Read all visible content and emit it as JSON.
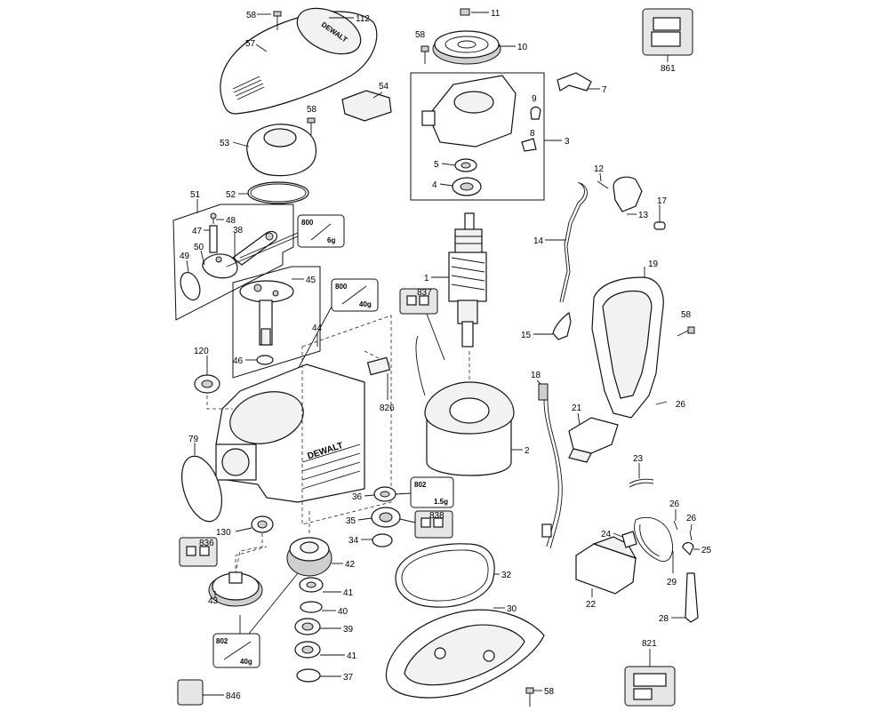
{
  "diagram": {
    "parts": [
      {
        "id": "p112",
        "label": "112"
      },
      {
        "id": "p58a",
        "label": "58"
      },
      {
        "id": "p57",
        "label": "57"
      },
      {
        "id": "p54",
        "label": "54"
      },
      {
        "id": "p58b",
        "label": "58"
      },
      {
        "id": "p53",
        "label": "53"
      },
      {
        "id": "p52",
        "label": "52"
      },
      {
        "id": "p51",
        "label": "51"
      },
      {
        "id": "p48",
        "label": "48"
      },
      {
        "id": "p47",
        "label": "47"
      },
      {
        "id": "p38",
        "label": "38"
      },
      {
        "id": "p50",
        "label": "50"
      },
      {
        "id": "p49",
        "label": "49"
      },
      {
        "id": "p45",
        "label": "45"
      },
      {
        "id": "p44",
        "label": "44"
      },
      {
        "id": "p120",
        "label": "120"
      },
      {
        "id": "p46",
        "label": "46"
      },
      {
        "id": "p79",
        "label": "79"
      },
      {
        "id": "p826",
        "label": "826"
      },
      {
        "id": "p130",
        "label": "130"
      },
      {
        "id": "p836",
        "label": "836"
      },
      {
        "id": "p43",
        "label": "43"
      },
      {
        "id": "p42",
        "label": "42"
      },
      {
        "id": "p41a",
        "label": "41"
      },
      {
        "id": "p40",
        "label": "40"
      },
      {
        "id": "p39",
        "label": "39"
      },
      {
        "id": "p41b",
        "label": "41"
      },
      {
        "id": "p37",
        "label": "37"
      },
      {
        "id": "p846",
        "label": "846"
      },
      {
        "id": "p11",
        "label": "11"
      },
      {
        "id": "p58c",
        "label": "58"
      },
      {
        "id": "p10",
        "label": "10"
      },
      {
        "id": "p9",
        "label": "9"
      },
      {
        "id": "p8",
        "label": "8"
      },
      {
        "id": "p3",
        "label": "3"
      },
      {
        "id": "p5",
        "label": "5"
      },
      {
        "id": "p4",
        "label": "4"
      },
      {
        "id": "p7",
        "label": "7"
      },
      {
        "id": "p861",
        "label": "861"
      },
      {
        "id": "p12",
        "label": "12"
      },
      {
        "id": "p17",
        "label": "17"
      },
      {
        "id": "p13",
        "label": "13"
      },
      {
        "id": "p14",
        "label": "14"
      },
      {
        "id": "p1",
        "label": "1"
      },
      {
        "id": "p837",
        "label": "837"
      },
      {
        "id": "p19",
        "label": "19"
      },
      {
        "id": "p58d",
        "label": "58"
      },
      {
        "id": "p15",
        "label": "15"
      },
      {
        "id": "p18",
        "label": "18"
      },
      {
        "id": "p26a",
        "label": "26"
      },
      {
        "id": "p2",
        "label": "2"
      },
      {
        "id": "p21",
        "label": "21"
      },
      {
        "id": "p23",
        "label": "23"
      },
      {
        "id": "p36",
        "label": "36"
      },
      {
        "id": "p35",
        "label": "35"
      },
      {
        "id": "p838",
        "label": "838"
      },
      {
        "id": "p34",
        "label": "34"
      },
      {
        "id": "p32",
        "label": "32"
      },
      {
        "id": "p26b",
        "label": "26"
      },
      {
        "id": "p26c",
        "label": "26"
      },
      {
        "id": "p24",
        "label": "24"
      },
      {
        "id": "p25",
        "label": "25"
      },
      {
        "id": "p22",
        "label": "22"
      },
      {
        "id": "p29",
        "label": "29"
      },
      {
        "id": "p30",
        "label": "30"
      },
      {
        "id": "p28",
        "label": "28"
      },
      {
        "id": "p821",
        "label": "821"
      },
      {
        "id": "p58e",
        "label": "58"
      }
    ],
    "callouts": {
      "grease_800_6g": {
        "code": "800",
        "amount": "6g"
      },
      "grease_800_40g": {
        "code": "800",
        "amount": "40g"
      },
      "grease_802_15g": {
        "code": "802",
        "amount": "1.5g"
      },
      "grease_802_40g": {
        "code": "802",
        "amount": "40g"
      }
    },
    "brand_text": {
      "cover": "DEWALT",
      "housing": "DEWALT"
    },
    "colors": {
      "line": "#111111",
      "fill": "#ffffff",
      "shade": "#cfcfcf"
    }
  }
}
